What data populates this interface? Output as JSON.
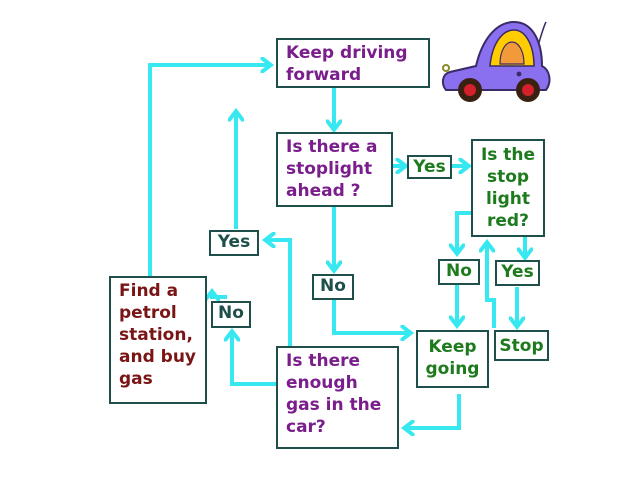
{
  "colors": {
    "arrow": "#38e8f0",
    "border": "#1f4f4b",
    "purple": "#7a1e8c",
    "green": "#1d7a1d",
    "maroon": "#7a1515",
    "navy": "#1f4f4b",
    "car_body": "#8a70ee",
    "car_window": "#ffcc00",
    "car_bell": "#f29a3a",
    "car_wheel": "#3a2010",
    "car_hub": "#d4202a",
    "car_outline": "#3a2a66"
  },
  "nodes": {
    "keep_driving": [
      "Keep driving",
      "forward"
    ],
    "stoplight_question": [
      "Is there a",
      "stoplight",
      "ahead ?"
    ],
    "stoplight_red": [
      "Is the",
      "stop",
      "light",
      "red?"
    ],
    "keep_going": [
      "Keep",
      "going"
    ],
    "stop": [
      "Stop"
    ],
    "gas_question": [
      "Is there",
      "enough",
      "gas in the",
      "car?"
    ],
    "petrol_station": [
      "Find a",
      "petrol",
      "station,",
      "and buy",
      "gas"
    ]
  },
  "labels": {
    "yes_stoplight": "Yes",
    "no_stoplight": "No",
    "no_red": "No",
    "yes_red": "Yes",
    "yes_gas": "Yes",
    "no_gas": "No"
  },
  "icons": {
    "car": "car-icon"
  }
}
